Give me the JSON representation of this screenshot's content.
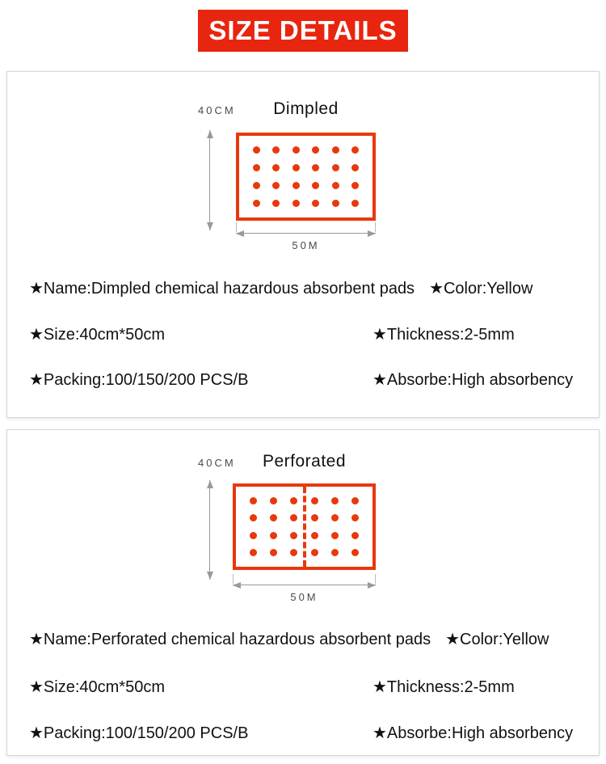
{
  "banner": {
    "title": "SIZE DETAILS"
  },
  "colors": {
    "banner_bg": "#e8250f",
    "accent": "#e8380d",
    "text": "#111111",
    "dim": "#4a4a4a",
    "line": "#999999",
    "border": "#d6d6d6"
  },
  "sections": [
    {
      "title": "Dimpled",
      "height_label": "40CM",
      "width_label": "50M",
      "dots": {
        "rows": 4,
        "cols": 6
      },
      "specs": {
        "name": "★Name:Dimpled chemical hazardous absorbent pads",
        "color": "★Color:Yellow",
        "size": "★Size:40cm*50cm",
        "thickness": "★Thickness:2-5mm",
        "packing": "★Packing:100/150/200 PCS/B",
        "absorbency": "★Absorbe:High absorbency"
      }
    },
    {
      "title": "Perforated",
      "height_label": "40CM",
      "width_label": "50M",
      "dots": {
        "rows": 4,
        "cols": 6
      },
      "specs": {
        "name": "★Name:Perforated chemical hazardous absorbent pads",
        "color": "★Color:Yellow",
        "size": "★Size:40cm*50cm",
        "thickness": "★Thickness:2-5mm",
        "packing": "★Packing:100/150/200 PCS/B",
        "absorbency": "★Absorbe:High absorbency"
      }
    }
  ]
}
